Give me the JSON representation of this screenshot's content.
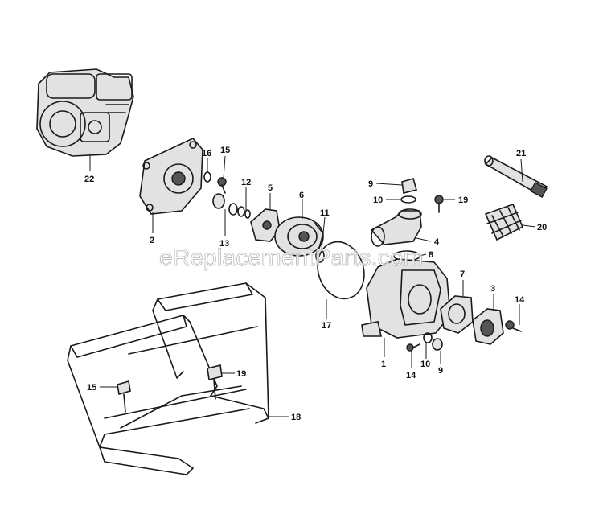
{
  "watermark": "eReplacementParts.com",
  "callouts": [
    {
      "id": "c22",
      "label": "22"
    },
    {
      "id": "c2",
      "label": "2"
    },
    {
      "id": "c16",
      "label": "16"
    },
    {
      "id": "c15a",
      "label": "15"
    },
    {
      "id": "c12",
      "label": "12"
    },
    {
      "id": "c13",
      "label": "13"
    },
    {
      "id": "c5",
      "label": "5"
    },
    {
      "id": "c6",
      "label": "6"
    },
    {
      "id": "c11",
      "label": "11"
    },
    {
      "id": "c17",
      "label": "17"
    },
    {
      "id": "c9a",
      "label": "9"
    },
    {
      "id": "c10a",
      "label": "10"
    },
    {
      "id": "c19a",
      "label": "19"
    },
    {
      "id": "c4",
      "label": "4"
    },
    {
      "id": "c8",
      "label": "8"
    },
    {
      "id": "c21",
      "label": "21"
    },
    {
      "id": "c20",
      "label": "20"
    },
    {
      "id": "c7",
      "label": "7"
    },
    {
      "id": "c3",
      "label": "3"
    },
    {
      "id": "c14a",
      "label": "14"
    },
    {
      "id": "c1",
      "label": "1"
    },
    {
      "id": "c14b",
      "label": "14"
    },
    {
      "id": "c10b",
      "label": "10"
    },
    {
      "id": "c9b",
      "label": "9"
    },
    {
      "id": "c15b",
      "label": "15"
    },
    {
      "id": "c19b",
      "label": "19"
    },
    {
      "id": "c18",
      "label": "18"
    }
  ]
}
